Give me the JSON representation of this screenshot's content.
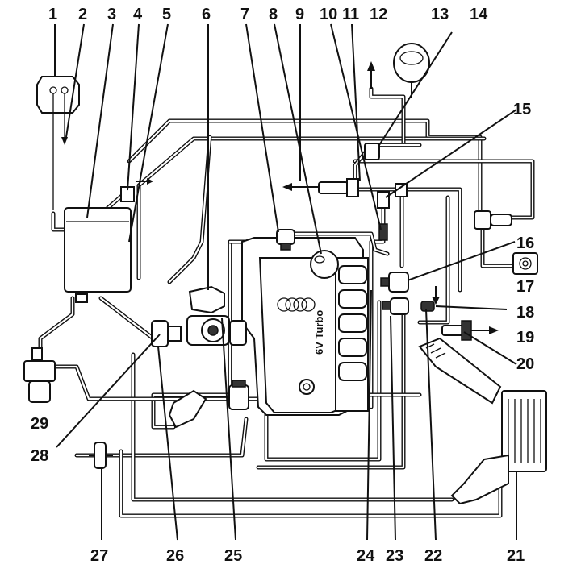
{
  "engine_label": "6V Turbo",
  "callouts_top": [
    "1",
    "2",
    "3",
    "4",
    "5",
    "6",
    "7",
    "8",
    "9",
    "10",
    "11",
    "12",
    "13",
    "14"
  ],
  "callouts_right": [
    "15",
    "16",
    "17",
    "18",
    "19",
    "20"
  ],
  "callouts_bottom": [
    "21",
    "22",
    "23",
    "24",
    "25",
    "26",
    "27"
  ],
  "callouts_left": [
    "28",
    "29"
  ]
}
